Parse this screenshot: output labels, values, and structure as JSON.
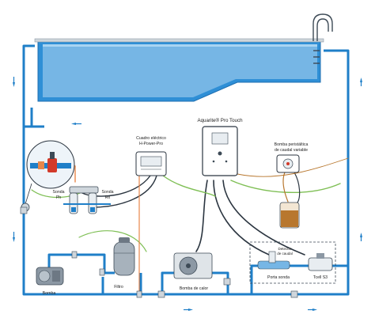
{
  "labels": {
    "controller_line1": "Cuadro eléctrico",
    "controller_line2": "H-Power-Pro",
    "device_main": "Aquarite® Pro Touch",
    "pump_line1": "Bomba peristáltica",
    "pump_line2": "de caudal variable",
    "probe_ph_line1": "Sonda",
    "probe_ph_line2": "Ph",
    "probe_rx_line1": "Sonda",
    "probe_rx_line2": "Rx",
    "flow_detector_line1": "Detector",
    "flow_detector_line2": "de caudal",
    "probe_holder": "Porta sonda",
    "cell": "Tcell S3",
    "main_pump": "Bomba",
    "filter": "Filtro",
    "heat_pump": "Bomba de calor"
  },
  "colors": {
    "water_pipe": "#1f7fc8",
    "pool_water": "#76b6e5",
    "cable_dark": "#2b3540",
    "cable_green": "#7fbf55",
    "cable_orange": "#e8874a",
    "chemical": "#b8772e",
    "valve_red": "#d23a2a",
    "device_body": "#ffffff",
    "equipment_gray": "#8c98a4"
  }
}
